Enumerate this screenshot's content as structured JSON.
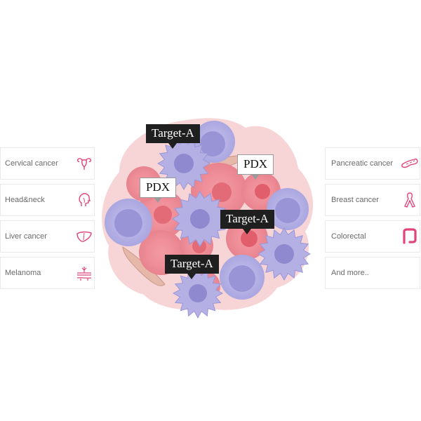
{
  "colors": {
    "accent": "#e0457a",
    "tumor_bg": "#f6c9cc",
    "tumor_cell": "#ef9ea4",
    "immune_cell": "#b7b4e6",
    "immune_nucleus": "#8d87cf"
  },
  "left_cards": [
    {
      "label": "Cervical cancer",
      "icon": "uterus-icon"
    },
    {
      "label": "Head&neck",
      "icon": "head-neck-icon"
    },
    {
      "label": "Liver cancer",
      "icon": "liver-icon"
    },
    {
      "label": "Melanoma",
      "icon": "skin-icon"
    }
  ],
  "right_cards": [
    {
      "label": "Pancreatic cancer",
      "icon": "pancreas-icon"
    },
    {
      "label": "Breast cancer",
      "icon": "ribbon-icon"
    },
    {
      "label": "Colorectal",
      "icon": "colon-icon"
    },
    {
      "label": "And more..",
      "icon": ""
    }
  ],
  "tags": [
    {
      "text": "Target-A",
      "style": "dark"
    },
    {
      "text": "PDX",
      "style": "light"
    },
    {
      "text": "PDX",
      "style": "light"
    },
    {
      "text": "Target-A",
      "style": "dark"
    },
    {
      "text": "Target-A",
      "style": "dark"
    }
  ]
}
